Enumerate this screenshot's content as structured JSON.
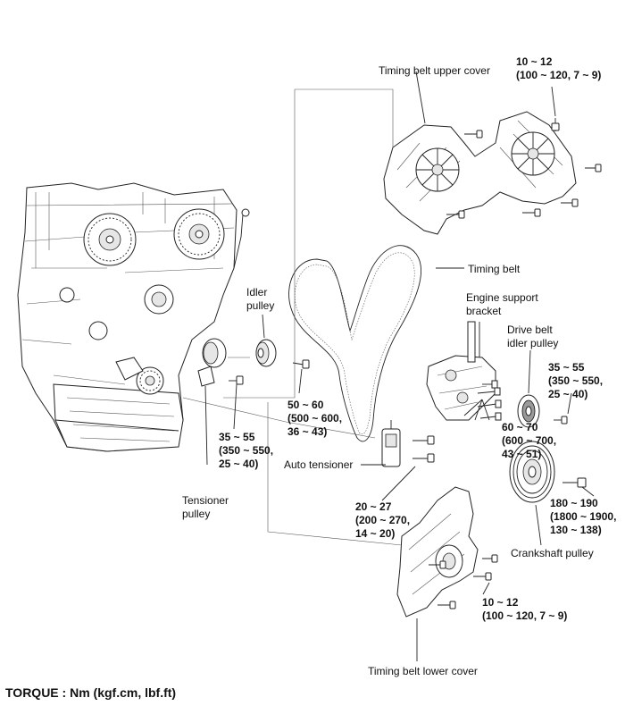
{
  "title": "TORQUE : Nm (kgf.cm, lbf.ft)",
  "labels": {
    "upper_cover": "Timing belt upper cover",
    "timing_belt": "Timing belt",
    "engine_support_bracket_1": "Engine support",
    "engine_support_bracket_2": "bracket",
    "drive_belt_idler_1": "Drive belt",
    "drive_belt_idler_2": "idler pulley",
    "idler_pulley_1": "Idler",
    "idler_pulley_2": "pulley",
    "auto_tensioner": "Auto tensioner",
    "tensioner_pulley_1": "Tensioner",
    "tensioner_pulley_2": "pulley",
    "crankshaft_pulley": "Crankshaft pulley",
    "lower_cover": "Timing belt lower cover"
  },
  "torques": {
    "upper_cover_1": "10 ~ 12",
    "upper_cover_2": "(100 ~ 120, 7 ~ 9)",
    "idler_1": "50 ~ 60",
    "idler_2": "(500 ~ 600,",
    "idler_3": "36 ~ 43)",
    "tensioner_1": "35 ~ 55",
    "tensioner_2": "(350 ~ 550,",
    "tensioner_3": "25 ~ 40)",
    "drive_idler_1": "35 ~ 55",
    "drive_idler_2": "(350 ~ 550,",
    "drive_idler_3": "25 ~ 40)",
    "bracket_1": "60 ~ 70",
    "bracket_2": "(600 ~ 700,",
    "bracket_3": "43 ~ 51)",
    "auto_tensioner_1": "20 ~ 27",
    "auto_tensioner_2": "(200 ~ 270,",
    "auto_tensioner_3": "14 ~ 20)",
    "crank_1": "180 ~ 190",
    "crank_2": "(1800 ~ 1900,",
    "crank_3": "130 ~ 138)",
    "lower_cover_1": "10 ~ 12",
    "lower_cover_2": "(100 ~ 120, 7 ~ 9)"
  }
}
